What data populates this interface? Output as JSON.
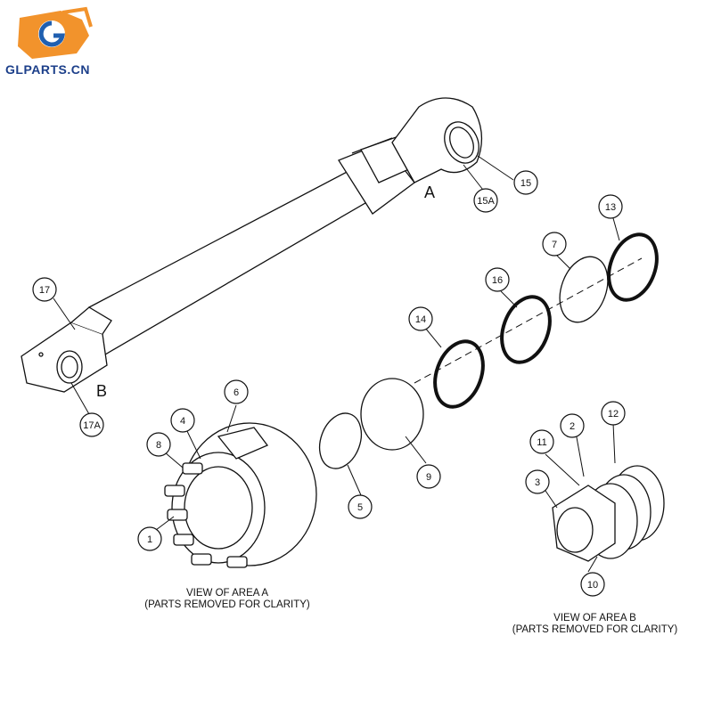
{
  "brand": {
    "name": "GLPARTS.CN",
    "logo_icon": "excavator-gear-logo-icon",
    "colors": {
      "orange": "#f2932c",
      "blue": "#1f5fb0"
    }
  },
  "area_letters": {
    "a": "A",
    "b": "B"
  },
  "callouts": {
    "c1": "1",
    "c2": "2",
    "c3": "3",
    "c4": "4",
    "c5": "5",
    "c6": "6",
    "c7": "7",
    "c8": "8",
    "c9": "9",
    "c10": "10",
    "c11": "11",
    "c12": "12",
    "c13": "13",
    "c14": "14",
    "c15": "15",
    "c15a": "15A",
    "c16": "16",
    "c17": "17",
    "c17a": "17A"
  },
  "captions": {
    "view_a_line1": "VIEW OF AREA A",
    "view_a_line2": "(PARTS REMOVED FOR CLARITY)",
    "view_b_line1": "VIEW OF AREA B",
    "view_b_line2": "(PARTS REMOVED FOR CLARITY)"
  }
}
